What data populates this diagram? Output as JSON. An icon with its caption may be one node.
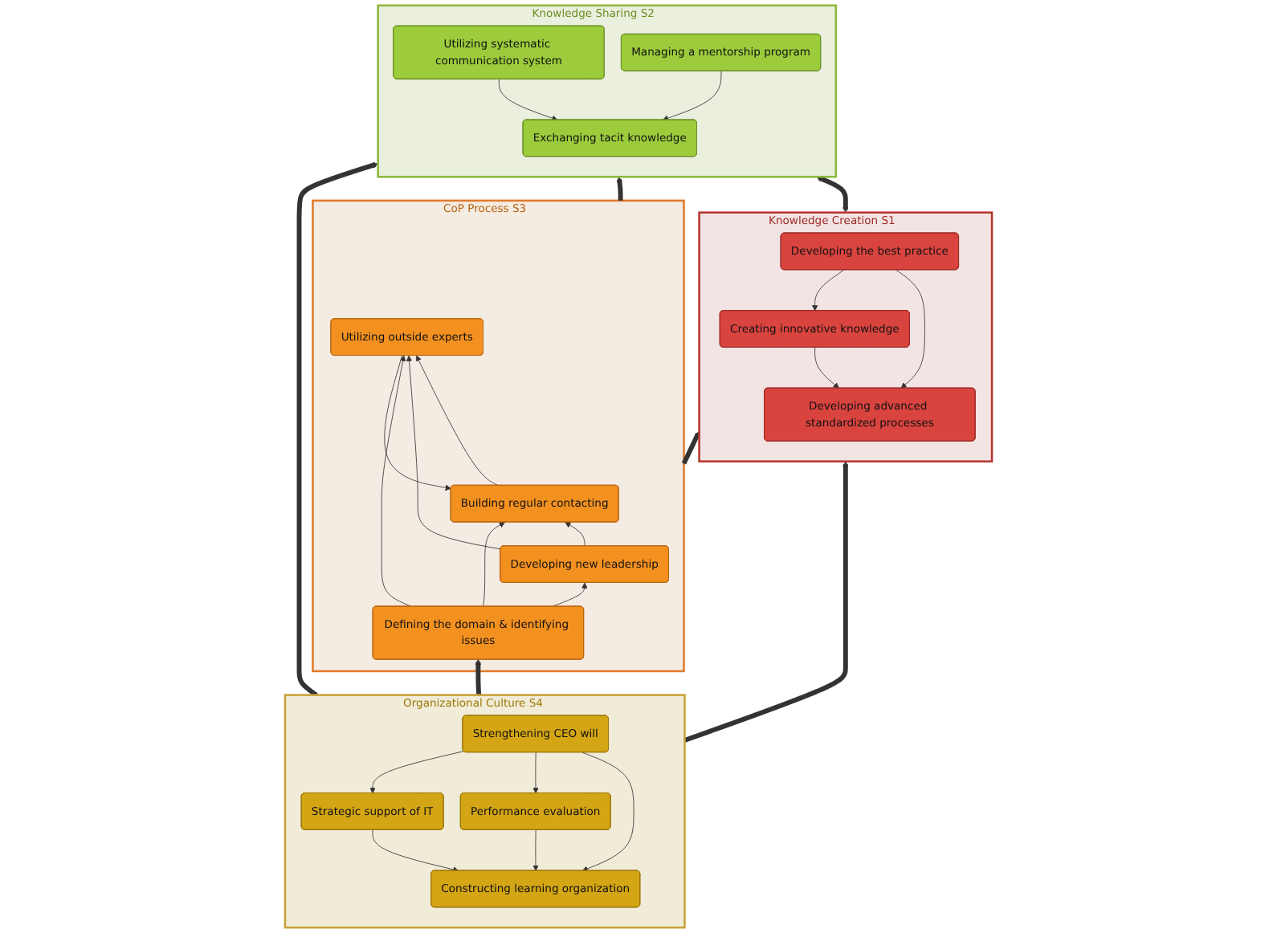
{
  "diagram": {
    "nodes": [
      {
        "text": [
          "Knowledge Creation",
          "S1"
        ]
      },
      {
        "text": [
          "Developing advanced standardized processes"
        ],
        "in": 0
      },
      {
        "text": [
          "Creating innovative knowledge"
        ],
        "in": 0
      },
      {
        "text": [
          "Developing the best practice"
        ],
        "in": 0
      },
      {
        "text": [
          "Knowledge Sharing",
          "S2"
        ]
      },
      {
        "text": [
          "Exchanging tacit knowledge"
        ],
        "in": 4
      },
      {
        "text": [
          "Utilizing systematic communication system"
        ],
        "in": 4
      },
      {
        "text": [
          "Managing a mentorship program"
        ],
        "in": 4
      },
      {
        "text": [
          "CoP Process",
          "S3"
        ]
      },
      {
        "text": [
          "Building regular contacting"
        ],
        "in": 8
      },
      {
        "text": [
          "Utilizing outside experts"
        ],
        "in": 8
      },
      {
        "text": [
          "Developing new leadership"
        ],
        "in": 8
      },
      {
        "text": [
          "Defining the domain & identifying issues"
        ],
        "in": 8
      },
      {
        "text": [
          "Organizational Culture",
          "S4"
        ]
      },
      {
        "text": [
          "Strategic support of IT"
        ],
        "in": 13
      },
      {
        "text": [
          "Constructing learning organization"
        ],
        "in": 13
      },
      {
        "text": [
          "Performance evaluation"
        ],
        "in": 13
      },
      {
        "text": [
          "Strengthening CEO will"
        ],
        "in": 13
      }
    ],
    "edges": [
      {
        "from": 2,
        "to": 1,
        "arrow": "to"
      },
      {
        "from": 3,
        "to": 1,
        "arrow": "to"
      },
      {
        "from": 3,
        "to": 2,
        "arrow": "to"
      },
      {
        "from": 0,
        "to": 4,
        "arrow": "both",
        "style": "thick"
      },
      {
        "from": 6,
        "to": 5,
        "arrow": "to"
      },
      {
        "from": 7,
        "to": 5,
        "arrow": "to"
      },
      {
        "from": 9,
        "to": 10,
        "arrow": "to"
      },
      {
        "from": 10,
        "to": 9,
        "arrow": "to"
      },
      {
        "from": 11,
        "to": 10,
        "arrow": "to"
      },
      {
        "from": 11,
        "to": 9,
        "arrow": "to"
      },
      {
        "from": 12,
        "to": 9,
        "arrow": "to"
      },
      {
        "from": 12,
        "to": 10,
        "arrow": "to"
      },
      {
        "from": 12,
        "to": 11,
        "arrow": "to"
      },
      {
        "from": 14,
        "to": 15,
        "arrow": "to"
      },
      {
        "from": 16,
        "to": 15,
        "arrow": "to"
      },
      {
        "from": 17,
        "to": 14,
        "arrow": "to"
      },
      {
        "from": 17,
        "to": 15,
        "arrow": "to"
      },
      {
        "from": 17,
        "to": 16,
        "arrow": "to"
      },
      {
        "from": 13,
        "to": 12,
        "arrow": "to",
        "style": "thick"
      },
      {
        "from": 8,
        "to": 0,
        "arrow": "to",
        "style": "thick"
      },
      {
        "from": 8,
        "to": 4,
        "arrow": "to",
        "style": "thick"
      },
      {
        "from": 13,
        "to": 0,
        "arrow": "to",
        "style": "thick"
      },
      {
        "from": 13,
        "to": 4,
        "arrow": "to",
        "style": "thick"
      }
    ]
  }
}
